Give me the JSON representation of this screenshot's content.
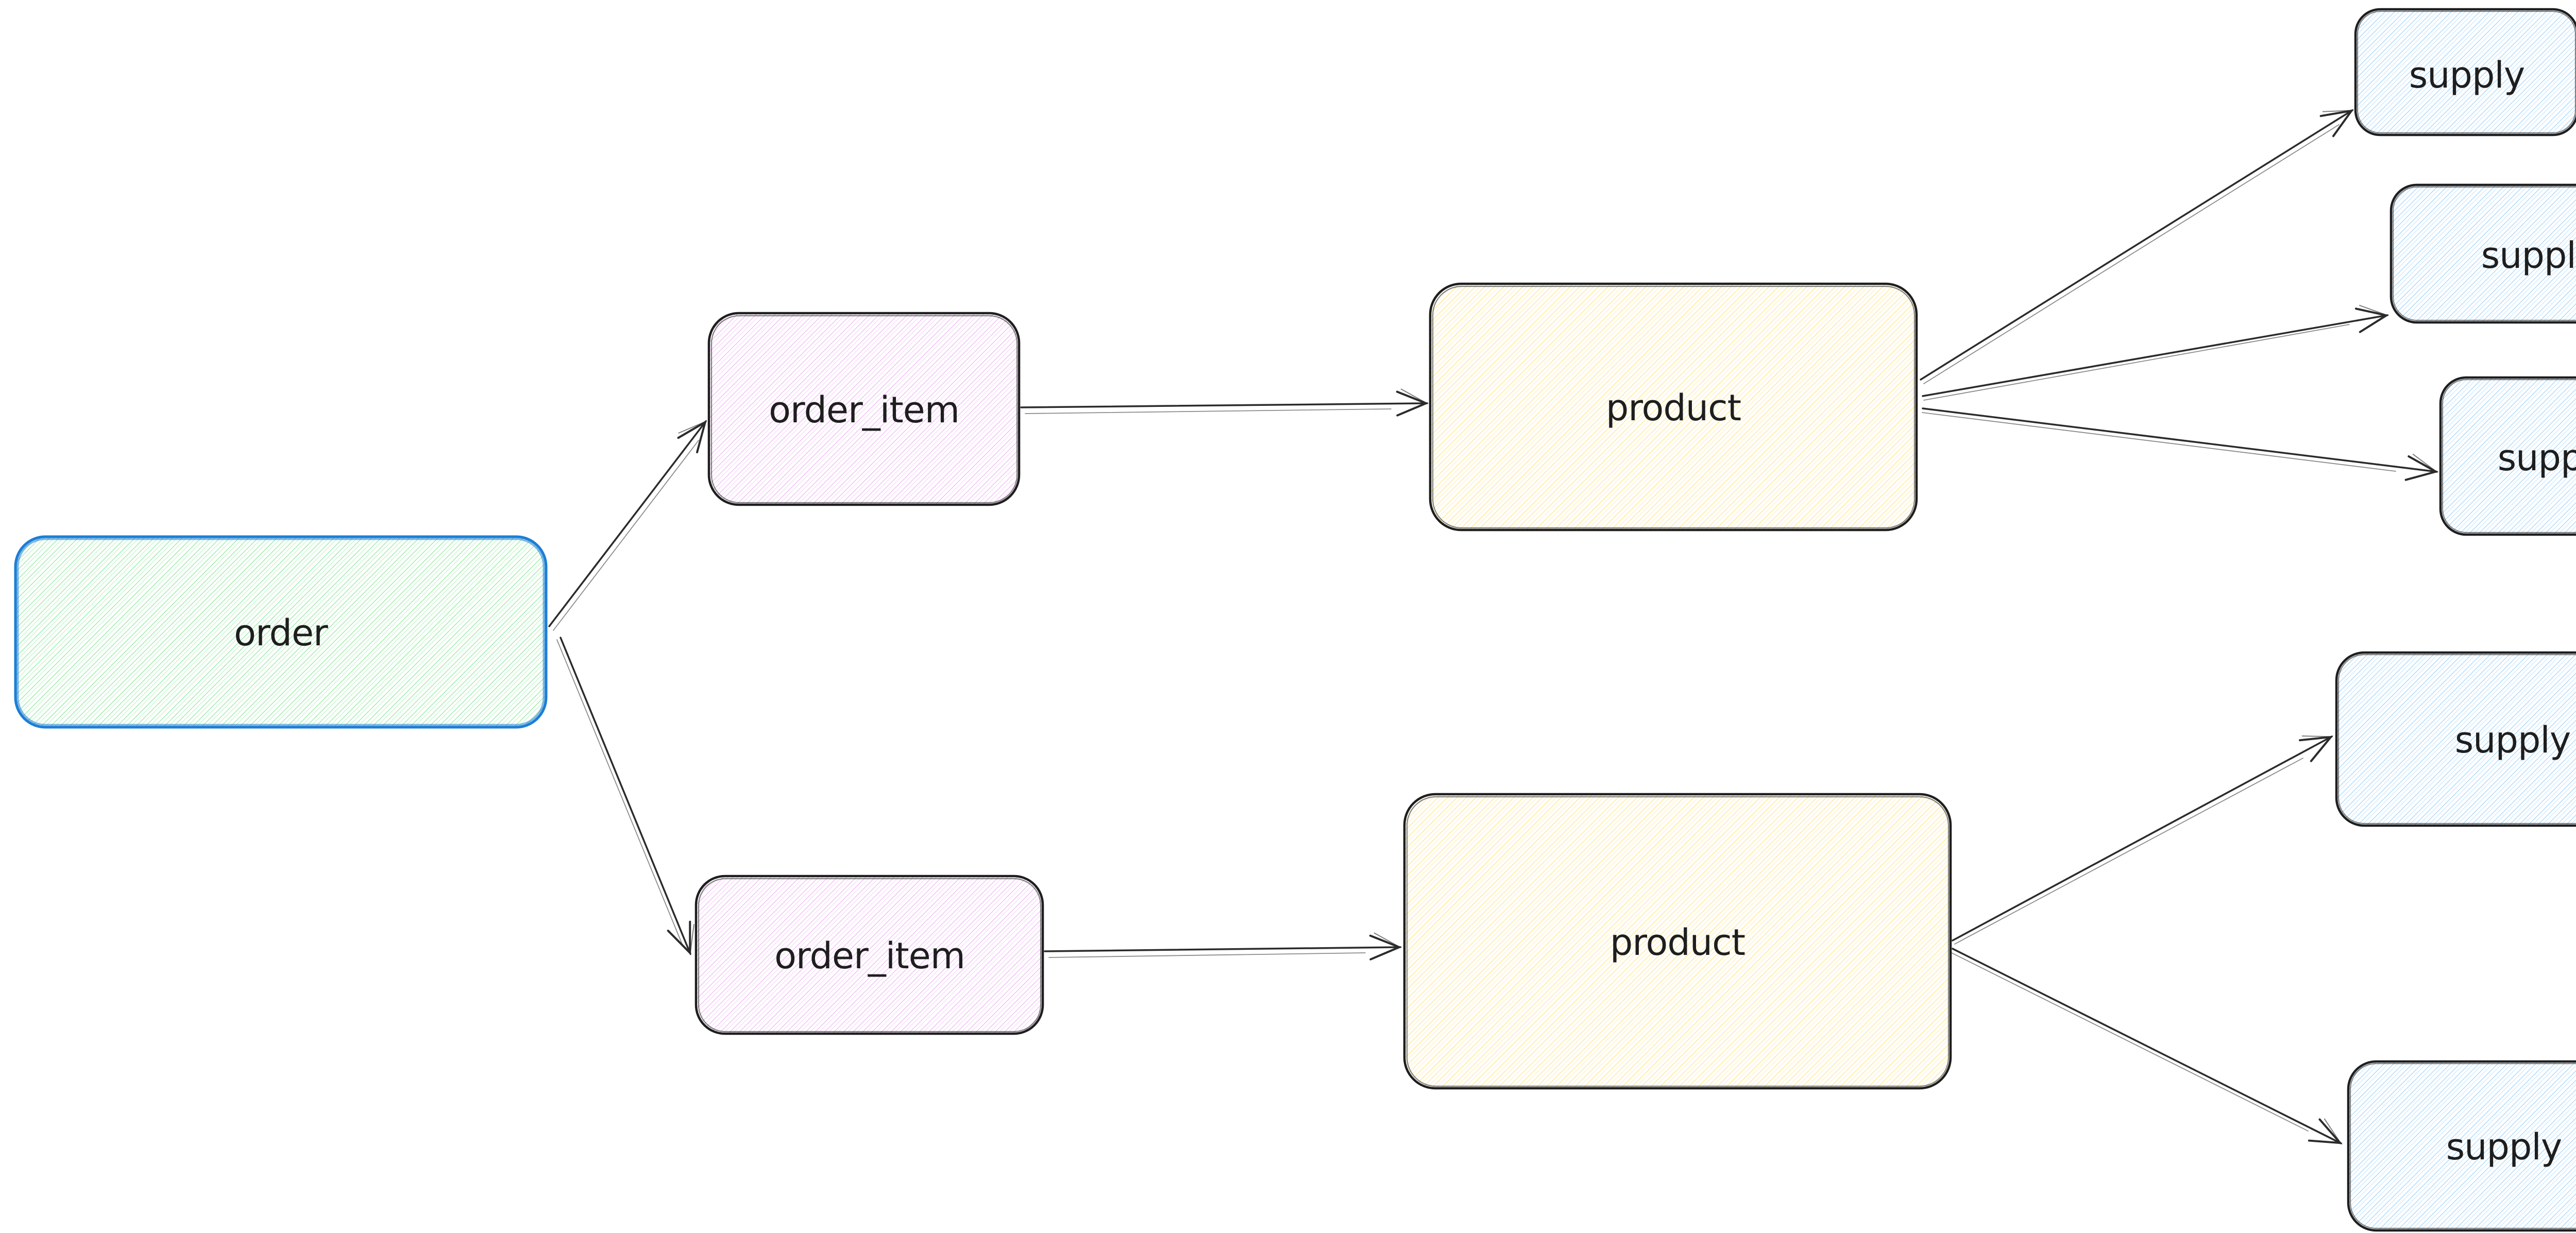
{
  "diagram": {
    "type": "flowchart",
    "tool_style": "excalidraw-hand-drawn",
    "direction": "left-to-right",
    "background": "#ffffff",
    "nodes": {
      "order": {
        "label": "order",
        "fill_hatch": "#8ce99a",
        "stroke": "#1c7ed6"
      },
      "order_item_top": {
        "label": "order_item",
        "fill_hatch": "#eeb5f2",
        "stroke": "#1e1e1e"
      },
      "order_item_bottom": {
        "label": "order_item",
        "fill_hatch": "#eeb5f2",
        "stroke": "#1e1e1e"
      },
      "product_top": {
        "label": "product",
        "fill_hatch": "#ffe48a",
        "stroke": "#1e1e1e"
      },
      "product_bottom": {
        "label": "product",
        "fill_hatch": "#ffe48a",
        "stroke": "#1e1e1e"
      },
      "supply_top_1": {
        "label": "supply",
        "fill_hatch": "#9fd4fb",
        "stroke": "#1e1e1e"
      },
      "supply_top_2": {
        "label": "supply",
        "fill_hatch": "#9fd4fb",
        "stroke": "#1e1e1e"
      },
      "supply_top_3": {
        "label": "supply",
        "fill_hatch": "#9fd4fb",
        "stroke": "#1e1e1e"
      },
      "supply_bottom_1": {
        "label": "supply",
        "fill_hatch": "#9fd4fb",
        "stroke": "#1e1e1e"
      },
      "supply_bottom_2": {
        "label": "supply",
        "fill_hatch": "#9fd4fb",
        "stroke": "#1e1e1e"
      }
    },
    "edges": [
      {
        "from": "order",
        "to": "order_item_top"
      },
      {
        "from": "order",
        "to": "order_item_bottom"
      },
      {
        "from": "order_item_top",
        "to": "product_top"
      },
      {
        "from": "order_item_bottom",
        "to": "product_bottom"
      },
      {
        "from": "product_top",
        "to": "supply_top_1"
      },
      {
        "from": "product_top",
        "to": "supply_top_2"
      },
      {
        "from": "product_top",
        "to": "supply_top_3"
      },
      {
        "from": "product_bottom",
        "to": "supply_bottom_1"
      },
      {
        "from": "product_bottom",
        "to": "supply_bottom_2"
      }
    ],
    "palette": {
      "background": "#ffffff",
      "text": "#1e1e1e",
      "arrow": "#2b2b2b",
      "dark_stroke": "#1e1e1e",
      "order_stroke": "#1c7ed6",
      "green_hatch": "#8ce99a",
      "violet_hatch": "#eeb5f2",
      "yellow_hatch": "#ffe48a",
      "blue_hatch": "#9fd4fb"
    }
  }
}
